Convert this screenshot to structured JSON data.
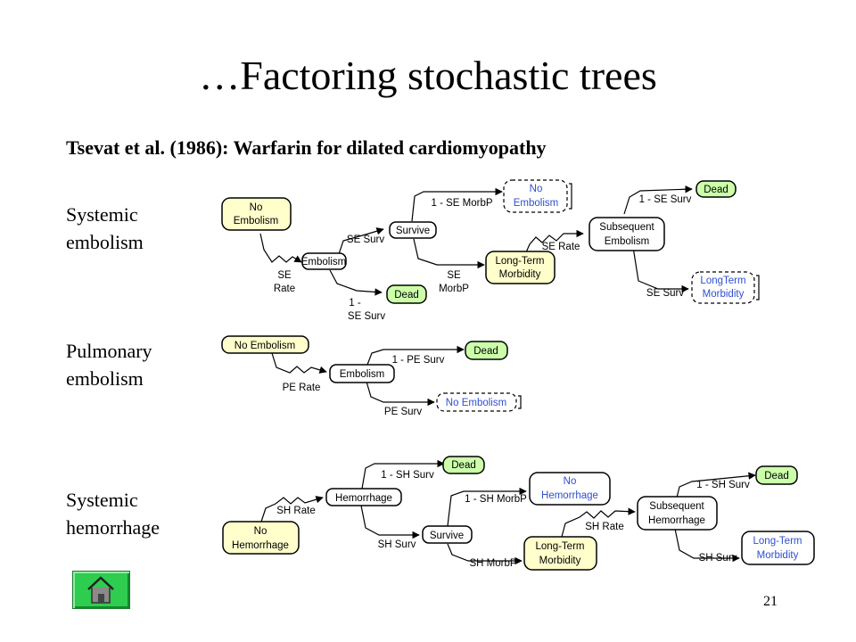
{
  "slide": {
    "title": "…Factoring stochastic trees",
    "subtitle": "Tsevat et al. (1986): Warfarin for dilated cardiomyopathy",
    "page_number": "21"
  },
  "sections": {
    "systemic_embolism": {
      "label_line1": "Systemic",
      "label_line2": "embolism",
      "nodes": {
        "no_embolism": [
          "No",
          "Embolism"
        ],
        "embolism": "Embolism",
        "survive": "Survive",
        "dead_early": "Dead",
        "long_term_morbidity": [
          "Long-Term",
          "Morbidity"
        ],
        "no_embolism_end": [
          "No",
          "Embolism"
        ],
        "subsequent_embolism": [
          "Subsequent",
          "Embolism"
        ],
        "dead_late": "Dead",
        "longterm_morbidity_end": [
          "LongTerm",
          "Morbidity"
        ]
      },
      "edges": {
        "se_rate": [
          "SE",
          "Rate"
        ],
        "se_surv": "SE Surv",
        "one_minus_se_surv": [
          "1 -",
          "SE Surv"
        ],
        "one_minus_se_morbp": "1 - SE MorbP",
        "se_morbp": [
          "SE",
          "MorbP"
        ],
        "se_rate_2": "SE Rate",
        "one_minus_se_surv_2": "1 - SE Surv",
        "se_surv_2": "SE Surv"
      }
    },
    "pulmonary_embolism": {
      "label_line1": "Pulmonary",
      "label_line2": "embolism",
      "nodes": {
        "no_embolism": "No Embolism",
        "embolism": "Embolism",
        "dead": "Dead",
        "no_embolism_end": "No Embolism"
      },
      "edges": {
        "pe_rate": "PE Rate",
        "one_minus_pe_surv": "1 - PE Surv",
        "pe_surv": "PE Surv"
      }
    },
    "systemic_hemorrhage": {
      "label_line1": "Systemic",
      "label_line2": "hemorrhage",
      "nodes": {
        "no_hemorrhage": [
          "No",
          "Hemorrhage"
        ],
        "hemorrhage": "Hemorrhage",
        "dead_early": "Dead",
        "survive": "Survive",
        "no_hemorrhage_end": [
          "No",
          "Hemorrhage"
        ],
        "long_term_morbidity": [
          "Long-Term",
          "Morbidity"
        ],
        "subsequent_hemorrhage": [
          "Subsequent",
          "Hemorrhage"
        ],
        "dead_late": "Dead",
        "long_term_morbidity_end": [
          "Long-Term",
          "Morbidity"
        ]
      },
      "edges": {
        "sh_rate": "SH Rate",
        "one_minus_sh_surv": "1 - SH Surv",
        "sh_surv": "SH Surv",
        "one_minus_sh_morbp": "1 - SH MorbP",
        "sh_morbp": "SH MorbP",
        "sh_rate_2": "SH Rate",
        "one_minus_sh_surv_2": "1 - SH Surv",
        "sh_surv_2": "SH Surv"
      }
    }
  },
  "colors": {
    "chance_node_fill": "#ffffcc",
    "terminal_dead_fill": "#ccffaa",
    "recurring_node_text": "#2f4fcf",
    "home_button": "#2ecc4f"
  },
  "icons": {
    "home": "home-icon"
  }
}
